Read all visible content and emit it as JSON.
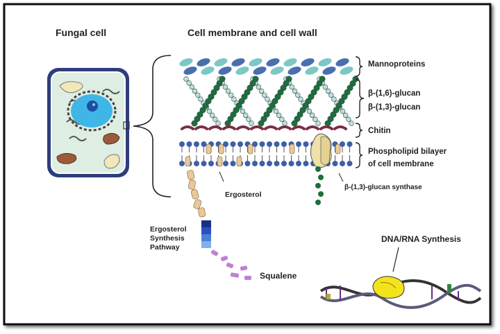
{
  "titles": {
    "fungal_cell": "Fungal cell",
    "membrane_wall": "Cell membrane and cell wall"
  },
  "layer_labels": {
    "mannoproteins": "Mannoproteins",
    "glucan_16": "β-(1,6)-glucan",
    "glucan_13": "β-(1,3)-glucan",
    "chitin": "Chitin",
    "bilayer_line1": "Phospholipid bilayer",
    "bilayer_line2": "of cell membrane"
  },
  "component_labels": {
    "ergosterol": "Ergosterol",
    "glucan_synthase": "β-(1,3)-glucan synthase",
    "pathway_line1": "Ergosterol",
    "pathway_line2": "Synthesis",
    "pathway_line3": "Pathway",
    "squalene": "Squalene",
    "dna_rna": "DNA/RNA Synthesis"
  },
  "colors": {
    "frame": "#111111",
    "cell_border": "#2e3d7c",
    "cell_fill": "#dfeee3",
    "nucleus": "#3fb6e6",
    "nucleolus": "#1c4fa3",
    "mannoprotein_teal": "#7cc8c4",
    "mannoprotein_blue": "#4a6fb0",
    "glucan_light": "#bfe0dc",
    "glucan_dark": "#1f6e3c",
    "chitin": "#7a2f45",
    "phospholipid_head": "#3e5fa8",
    "ergosterol": "#e8c99a",
    "synthase": "#efe0a8",
    "pathway_dark": "#1a2f8a",
    "pathway_light": "#7fb3ea",
    "squalene": "#c07fd6",
    "dna_enzyme": "#f3e31a"
  }
}
